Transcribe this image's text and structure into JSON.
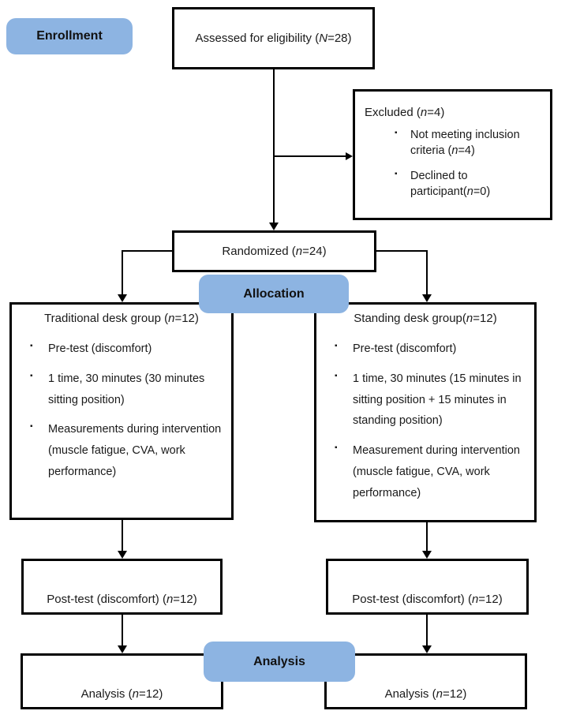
{
  "colors": {
    "label_blue": "#8DB4E2",
    "line": "#000000",
    "text": "#1a1a1a"
  },
  "stage_labels": {
    "enrollment": "Enrollment",
    "allocation": "Allocation",
    "analysis": "Analysis"
  },
  "icons": {
    "bullet": "▪"
  },
  "boxes": {
    "assessed": {
      "pre": "Assessed for eligibility (",
      "it": "N",
      "post": "=28)"
    },
    "excluded": {
      "title": {
        "pre": "Excluded (",
        "it": "n",
        "post": "=4)"
      },
      "bullets": [
        {
          "pre": "Not meeting inclusion criteria (",
          "it": "n",
          "post": "=4)"
        },
        {
          "pre": "Declined to participant(",
          "it": "n",
          "post": "=0)"
        }
      ]
    },
    "randomized": {
      "pre": "Randomized (",
      "it": "n",
      "post": "=24)"
    },
    "traditional": {
      "title": {
        "pre": "Traditional desk group (",
        "it": "n",
        "post": "=12)"
      },
      "bullets": [
        "Pre-test (discomfort)",
        "1 time, 30 minutes (30 minutes sitting position)",
        "Measurements during intervention (muscle fatigue, CVA, work performance)"
      ]
    },
    "standing": {
      "title": {
        "pre": "Standing desk group(",
        "it": "n",
        "post": "=12)"
      },
      "bullets": [
        "Pre-test (discomfort)",
        "1 time, 30 minutes (15 minutes in sitting position + 15 minutes in standing position)",
        "Measurement during intervention (muscle fatigue, CVA, work performance)"
      ]
    },
    "posttest_left": {
      "pre": "Post-test (discomfort) (",
      "it": "n",
      "post": "=12)"
    },
    "posttest_right": {
      "pre": "Post-test (discomfort) (",
      "it": "n",
      "post": "=12)"
    },
    "analysis_left": {
      "pre": "Analysis (",
      "it": "n",
      "post": "=12)"
    },
    "analysis_right": {
      "pre": "Analysis (",
      "it": "n",
      "post": "=12)"
    }
  }
}
